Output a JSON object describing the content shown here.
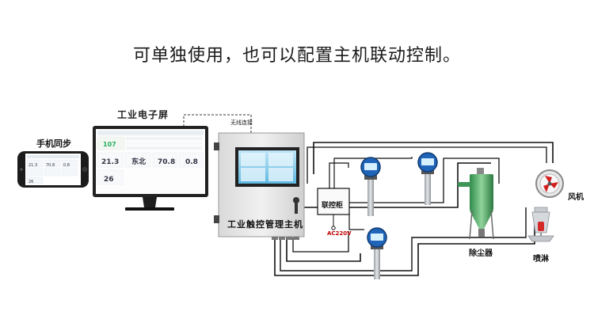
{
  "heading": "可单独使用，也可以配置主机联动控制。",
  "phone": {
    "label": "手机同步",
    "values": [
      "21.3",
      "70.8",
      "0.8",
      "26"
    ]
  },
  "monitor": {
    "label": "工业电子屏",
    "values": [
      "107",
      "21.3",
      "东北",
      "70.8",
      "0.8",
      "26"
    ]
  },
  "wireless_label": "无线连接",
  "host": {
    "label": "工业触控管理主机"
  },
  "cabinet": {
    "label": "联控柜",
    "power": "AC220V"
  },
  "devices": {
    "dust_collector": "除尘器",
    "fan": "风机",
    "sprinkler": "喷淋"
  }
}
